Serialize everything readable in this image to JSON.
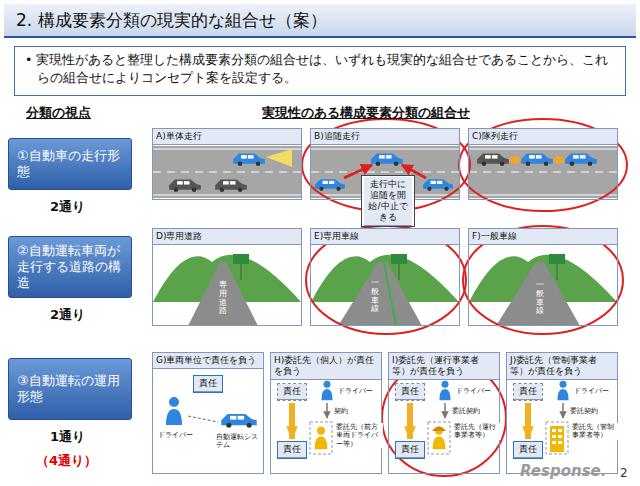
{
  "diagram": {
    "title": "2. 構成要素分類の現実的な組合せ（案）",
    "nodes": [
      {
        "text": [
          "• 実現性があると整理した構成要素分類の組合せは、いずれも現実的な組合せであることから、これらの組合せによりコンセプト案を設定する。"
        ]
      },
      {
        "text": [
          "①自動車の走行形態"
        ]
      },
      {
        "text": [
          "A)単体走行"
        ]
      },
      {
        "text": [
          "B)追随走行"
        ]
      },
      {
        "text": [
          "C)隊列走行"
        ]
      },
      {
        "text": [
          "②自動運転車両が走行する道路の構造"
        ]
      },
      {
        "text": [
          "D)専用道路"
        ]
      },
      {
        "text": [
          "E)専用車線"
        ]
      },
      {
        "text": [
          "F)一般車線"
        ]
      },
      {
        "text": [
          "③自動運転の運用形態"
        ]
      },
      {
        "text": [
          "G)車両単位で責任を負う"
        ]
      },
      {
        "text": [
          "H)委託先（個人）が責任を負う"
        ]
      },
      {
        "text": [
          "I)委託先（運行事業者等）が責任を負う"
        ]
      },
      {
        "text": [
          "J)委託先（管制事業者等）が責任を負う"
        ]
      },
      {
        "text": [
          "責任"
        ],
        "in": 10
      },
      {
        "text": [
          "責任"
        ],
        "in": 11
      },
      {
        "text": [
          "責任"
        ],
        "in": 11
      },
      {
        "text": [
          "責任"
        ],
        "in": 12
      },
      {
        "text": [
          "責任"
        ],
        "in": 12
      },
      {
        "text": [
          "責任"
        ],
        "in": 13
      },
      {
        "text": [
          "責任"
        ],
        "in": 13
      },
      {
        "text": [
          "走行中に追随を開始/中止できる"
        ],
        "in": 3
      }
    ],
    "edges": [
      {
        "from": 15,
        "to": 16,
        "arrow": "to"
      },
      {
        "from": 17,
        "to": 18,
        "arrow": "to"
      },
      {
        "from": 19,
        "to": 20,
        "arrow": "to"
      }
    ],
    "labels": [
      "分類の視点",
      "実現性のある構成要素分類の組合せ",
      "2通り",
      "2通り",
      "1通り",
      "（4通り）",
      "専用道路",
      "一般車線",
      "一般車線",
      "ドライバー",
      "自動運転システム",
      "ドライバー",
      "契約",
      "委託先（前方車両ドライバー等）",
      "ドライバー",
      "委託契約",
      "委託先（運行事業者等）",
      "ドライバー",
      "委託契約",
      "委託先（管制事業者等）",
      "2",
      "Response."
    ]
  }
}
